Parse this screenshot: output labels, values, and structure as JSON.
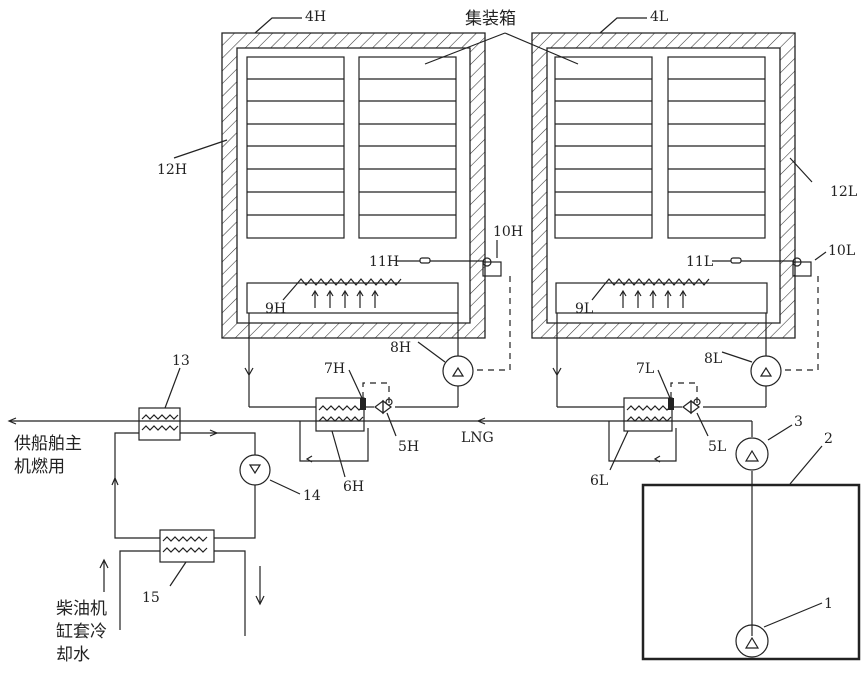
{
  "labels": {
    "container_title": "集装箱",
    "box_high": "4H",
    "box_low": "4L",
    "wall_high": "12H",
    "wall_low": "12L",
    "sensor_high": "11H",
    "sensor_low": "11L",
    "controller_high": "10H",
    "controller_low": "10L",
    "coil_high": "9H",
    "coil_low": "9L",
    "pump_high": "8H",
    "pump_low": "8L",
    "exch_ctrl_high": "7H",
    "exch_ctrl_low": "7L",
    "exchanger_high": "6H",
    "exchanger_low": "6L",
    "valve_high": "5H",
    "valve_low": "5L",
    "pump_3": "3",
    "tank_2": "2",
    "pump_1": "1",
    "exchanger_13": "13",
    "pump_14": "14",
    "exchanger_15": "15",
    "lng": "LNG",
    "engine_supply_line1": "供船舶主",
    "engine_supply_line2": "机燃用",
    "diesel_line1": "柴油机",
    "diesel_line2": "缸套冷",
    "diesel_line3": "却水"
  }
}
